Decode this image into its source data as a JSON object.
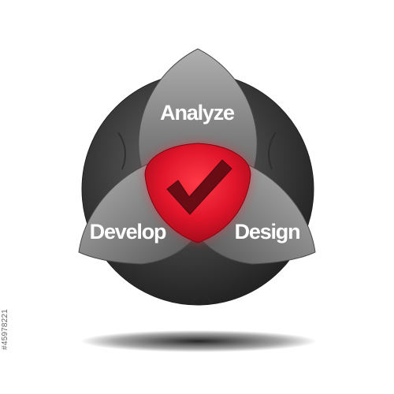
{
  "diagram": {
    "type": "venn-three-petal",
    "labels": {
      "top": "Analyze",
      "left": "Develop",
      "right": "Design"
    },
    "center_icon": "checkmark-icon",
    "colors": {
      "center": "#e0142a",
      "petal": "#8a8a8a",
      "ring": "#3b3b3b",
      "label": "#ffffff"
    }
  },
  "side_id": "#45978221"
}
